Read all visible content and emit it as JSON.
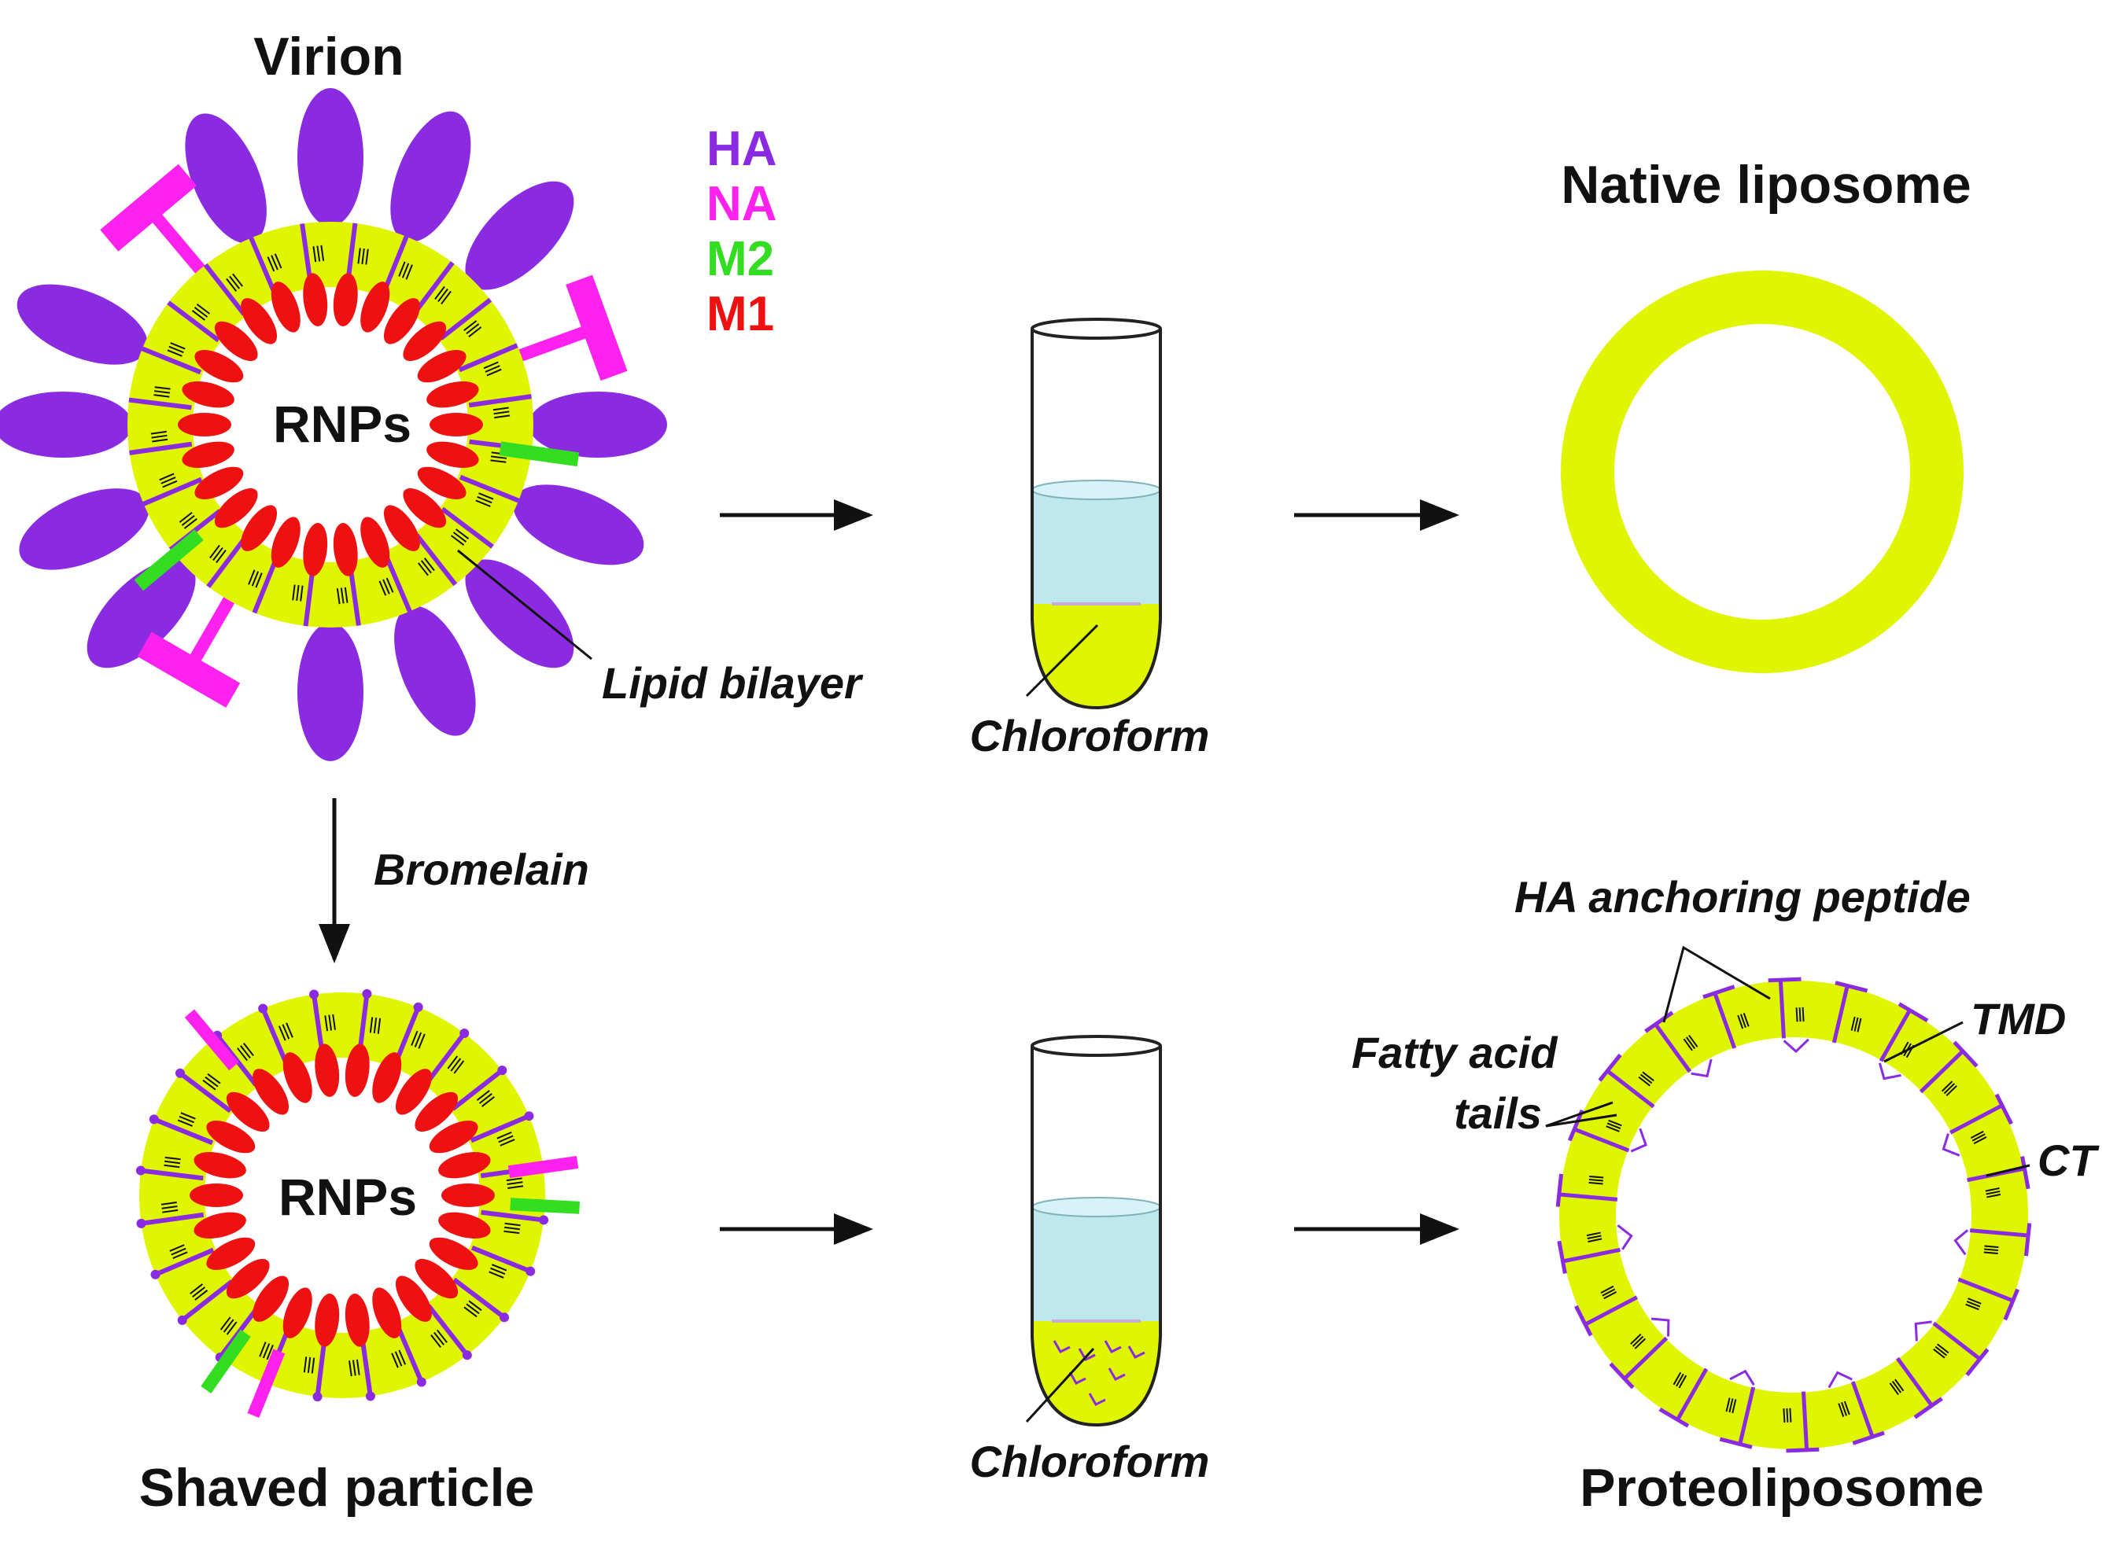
{
  "labels": {
    "virion": "Virion",
    "native_liposome": "Native liposome",
    "shaved_particle": "Shaved particle",
    "proteoliposome": "Proteoliposome",
    "rnps": "RNPs",
    "lipid_bilayer": "Lipid bilayer",
    "chloroform": "Chloroform",
    "bromelain": "Bromelain",
    "ha_anchoring_peptide": "HA anchoring peptide",
    "fatty_acid_tails_1": "Fatty acid",
    "fatty_acid_tails_2": "tails",
    "tmd": "TMD",
    "ct": "CT"
  },
  "legend": [
    {
      "label": "HA",
      "color": "#8a2be2"
    },
    {
      "label": "NA",
      "color": "#ff22ee"
    },
    {
      "label": "M2",
      "color": "#33dd22"
    },
    {
      "label": "M1",
      "color": "#ee1111"
    }
  ],
  "colors": {
    "lipid": "#e0f500",
    "ha": "#8a2be2",
    "na": "#ff22ee",
    "m2": "#33dd22",
    "m1": "#ee1111",
    "water": "#bfe8ee",
    "ink": "#111111"
  }
}
